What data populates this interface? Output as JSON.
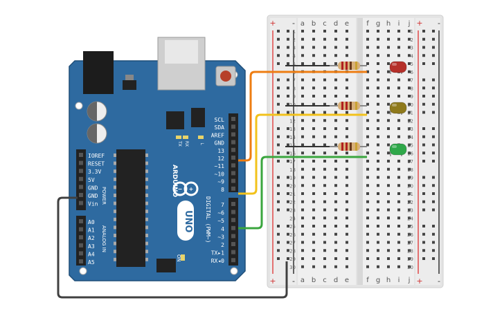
{
  "arduino": {
    "logo_text": "ARDUINO",
    "model": "UNO",
    "on_label": "ON",
    "tx_label": "TX",
    "rx_label": "RX",
    "l_label": "L",
    "digital_header": "DIGITAL (PWM~)",
    "power_header": "POWER",
    "analog_header": "ANALOG IN",
    "top_pins": [
      "SCL",
      "SDA",
      "AREF",
      "GND",
      "13",
      "12",
      "~11",
      "~10",
      "~9",
      "8"
    ],
    "bottom_pins": [
      "7",
      "~6",
      "~5",
      "4",
      "~3",
      "2",
      "TX▸1",
      "RX◂0"
    ],
    "power_pins": [
      "IOREF",
      "RESET",
      "3.3V",
      "5V",
      "GND",
      "GND",
      "Vin"
    ],
    "analog_pins": [
      "A0",
      "A1",
      "A2",
      "A3",
      "A4",
      "A5"
    ]
  },
  "breadboard": {
    "columns_left": [
      "a",
      "b",
      "c",
      "d",
      "e"
    ],
    "columns_right": [
      "f",
      "g",
      "h",
      "i",
      "j"
    ],
    "plus": "+",
    "minus": "-",
    "row_numbers": [
      "1",
      "2",
      "3",
      "4",
      "5",
      "6",
      "7",
      "8",
      "9",
      "10",
      "11",
      "12",
      "13",
      "14",
      "15",
      "16",
      "17",
      "18",
      "19",
      "20",
      "21",
      "22",
      "23",
      "24",
      "25",
      "26",
      "27",
      "28",
      "29",
      "30"
    ]
  },
  "components": {
    "leds": [
      {
        "name": "red-led",
        "color": "#b5302a"
      },
      {
        "name": "yellow-led",
        "color": "#8f7a1c"
      },
      {
        "name": "green-led",
        "color": "#2fa84a"
      }
    ],
    "wires": [
      {
        "name": "orange-wire",
        "pin": "12",
        "color": "#ee7d12"
      },
      {
        "name": "yellow-wire",
        "pin": "8",
        "color": "#f2c21b"
      },
      {
        "name": "green-wire",
        "pin": "4",
        "color": "#3aa63e"
      },
      {
        "name": "ground-wire",
        "pin": "GND",
        "color": "#404040"
      }
    ]
  }
}
